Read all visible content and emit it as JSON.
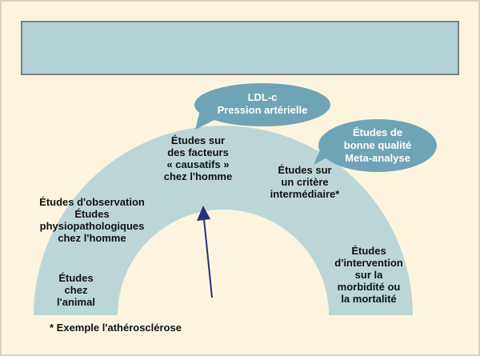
{
  "colors": {
    "background": "#fdf4df",
    "arc": "#bcd6d8",
    "title_box": "#b3d3d6",
    "bubble": "#6fa4b7",
    "arrow": "#2b2d7a"
  },
  "arc_labels": {
    "animal": "Études\nchez\nl'animal",
    "observation": "Études d'observation\nÉtudes\nphysiopathologiques\nchez l'homme",
    "causatifs": "Études sur\ndes facteurs\n« causatifs »\nchez l'homme",
    "critere": "Études sur\nun critère\nintermédiaire*",
    "intervention": "Études\nd'intervention\nsur la\nmorbidité ou\nla mortalité"
  },
  "bubbles": {
    "ldl": "LDL-c\nPression artérielle",
    "qualite": "Études de\nbonne qualité\nMeta-analyse"
  },
  "footnote": "* Exemple l'athérosclérose"
}
